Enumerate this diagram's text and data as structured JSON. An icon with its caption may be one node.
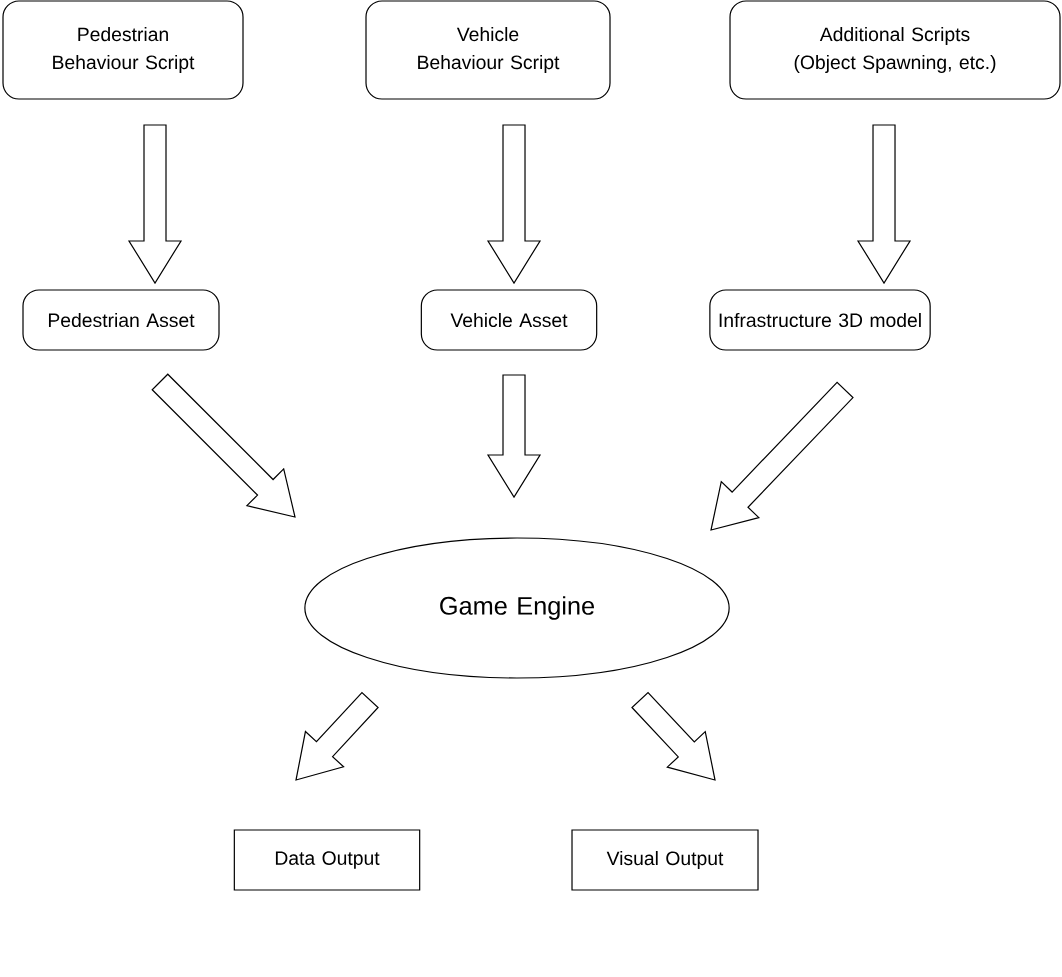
{
  "diagram": {
    "nodes": [
      {
        "text": [
          "Pedestrian Behaviour Script"
        ]
      },
      {
        "text": [
          "Vehicle Behaviour Script"
        ]
      },
      {
        "text": [
          "Additional Scripts (Object Spawning, etc.)"
        ]
      },
      {
        "text": [
          "Pedestrian Asset"
        ]
      },
      {
        "text": [
          "Vehicle Asset"
        ]
      },
      {
        "text": [
          "Infrastructure 3D model"
        ]
      },
      {
        "text": [
          "Game Engine"
        ]
      },
      {
        "text": [
          "Data Output"
        ]
      },
      {
        "text": [
          "Visual Output"
        ]
      }
    ],
    "edges": [
      {
        "from": 0,
        "to": 3,
        "arrow": "to"
      },
      {
        "from": 1,
        "to": 4,
        "arrow": "to"
      },
      {
        "from": 2,
        "to": 5,
        "arrow": "to"
      },
      {
        "from": 3,
        "to": 6,
        "arrow": "to"
      },
      {
        "from": 4,
        "to": 6,
        "arrow": "to"
      },
      {
        "from": 5,
        "to": 6,
        "arrow": "to"
      },
      {
        "from": 6,
        "to": 7,
        "arrow": "to"
      },
      {
        "from": 6,
        "to": 8,
        "arrow": "to"
      }
    ]
  }
}
